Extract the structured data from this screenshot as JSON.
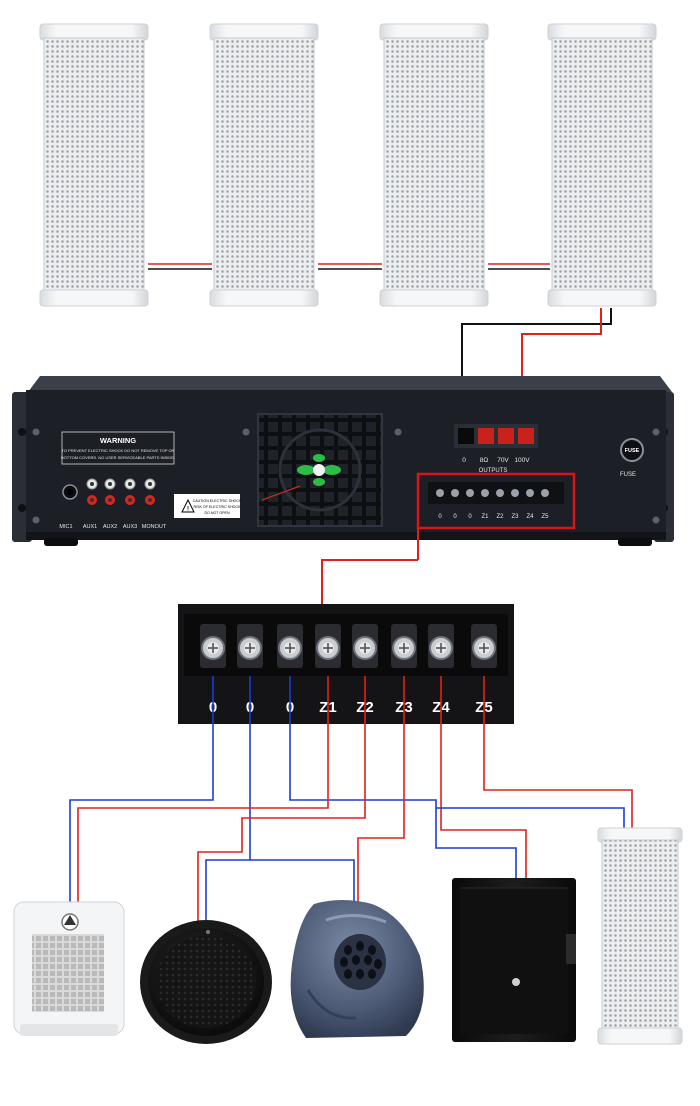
{
  "amplifier": {
    "warning_title": "WARNING",
    "warning_line1": "TO PREVENT ELECTRIC SHOCK DO NOT REMOVE TOP OR",
    "warning_line2": "BOTTOM COVERS. NO USER SERVICEABLE PARTS INSIDE.",
    "caution_line1": "CAUTION ELECTRIC SHOCK",
    "caution_line2": "RISK OF ELECTRIC SHOCK",
    "caution_line3": "DO NOT OPEN",
    "input_labels": [
      "MIC1",
      "AUX1",
      "AUX2",
      "AUX3",
      "MONOUT"
    ],
    "output_tap_labels": [
      "0",
      "8Ω",
      "70V",
      "100V"
    ],
    "outputs_label": "OUTPUTS",
    "zone_small_labels": [
      "0",
      "0",
      "0",
      "Z1",
      "Z2",
      "Z3",
      "Z4",
      "Z5"
    ],
    "fuse_text": "FUSE",
    "fuse_label": "FUSE"
  },
  "terminal_block": {
    "labels": [
      "0",
      "0",
      "0",
      "Z1",
      "Z2",
      "Z3",
      "Z4",
      "Z5"
    ]
  },
  "colors": {
    "wire_red": "#e0201c",
    "wire_blue": "#1a3fd0",
    "wire_black": "#111111",
    "highlight_box": "#d8151b",
    "amp_body": "#1c1f26",
    "speaker_white": "#f4f5f6"
  },
  "icons": {
    "column_speaker": "column-speaker-icon",
    "wall_speaker": "wall-speaker-icon",
    "ceiling_speaker": "ceiling-speaker-icon",
    "rock_speaker": "rock-speaker-icon",
    "box_speaker": "box-speaker-icon"
  }
}
